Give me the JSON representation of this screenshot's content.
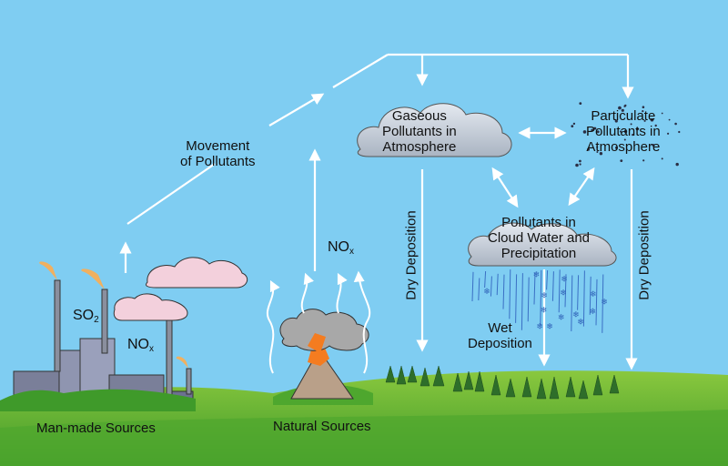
{
  "sources": {
    "man_made": "Man-made Sources",
    "natural": "Natural Sources"
  },
  "pollutants": {
    "so": "SO",
    "so_sub": "2",
    "no": "NO",
    "no_sub": "x"
  },
  "movement": {
    "line1": "Movement",
    "line2": "of Pollutants"
  },
  "gaseous": {
    "line1": "Gaseous",
    "line2": "Pollutants in",
    "line3": "Atmosphere"
  },
  "particulate": {
    "line1": "Particulate",
    "line2": "Pollutants in",
    "line3": "Atmosphere"
  },
  "cloud_water": {
    "line1": "Pollutants in",
    "line2": "Cloud Water and",
    "line3": "Precipitation"
  },
  "deposition": {
    "dry": "Dry Deposition",
    "wet_line1": "Wet",
    "wet_line2": "Deposition"
  },
  "colors": {
    "sky": "#7fcdf2",
    "cloud_grey": "#c9d1dc",
    "cloud_pink": "#f3d0dc",
    "lava": "#f47c20",
    "grass": "#5fb33a"
  }
}
